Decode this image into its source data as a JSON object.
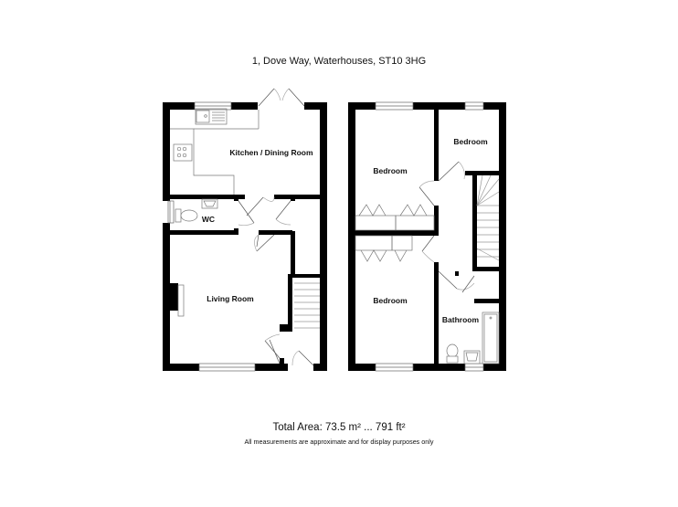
{
  "header": {
    "address": "1, Dove Way, Waterhouses, ST10 3HG"
  },
  "footer": {
    "total_area": "Total Area: 73.5 m² ... 791 ft²",
    "disclaimer": "All measurements are approximate and for display purposes only"
  },
  "floors": [
    {
      "name": "ground-floor",
      "rooms": [
        {
          "label": "Kitchen / Dining Room"
        },
        {
          "label": "WC"
        },
        {
          "label": "Living Room"
        }
      ]
    },
    {
      "name": "first-floor",
      "rooms": [
        {
          "label": "Bedroom"
        },
        {
          "label": "Bedroom"
        },
        {
          "label": "Bedroom"
        },
        {
          "label": "Bathroom"
        }
      ]
    }
  ],
  "colors": {
    "wall": "#000000",
    "fixture": "#888888",
    "background": "#ffffff"
  }
}
